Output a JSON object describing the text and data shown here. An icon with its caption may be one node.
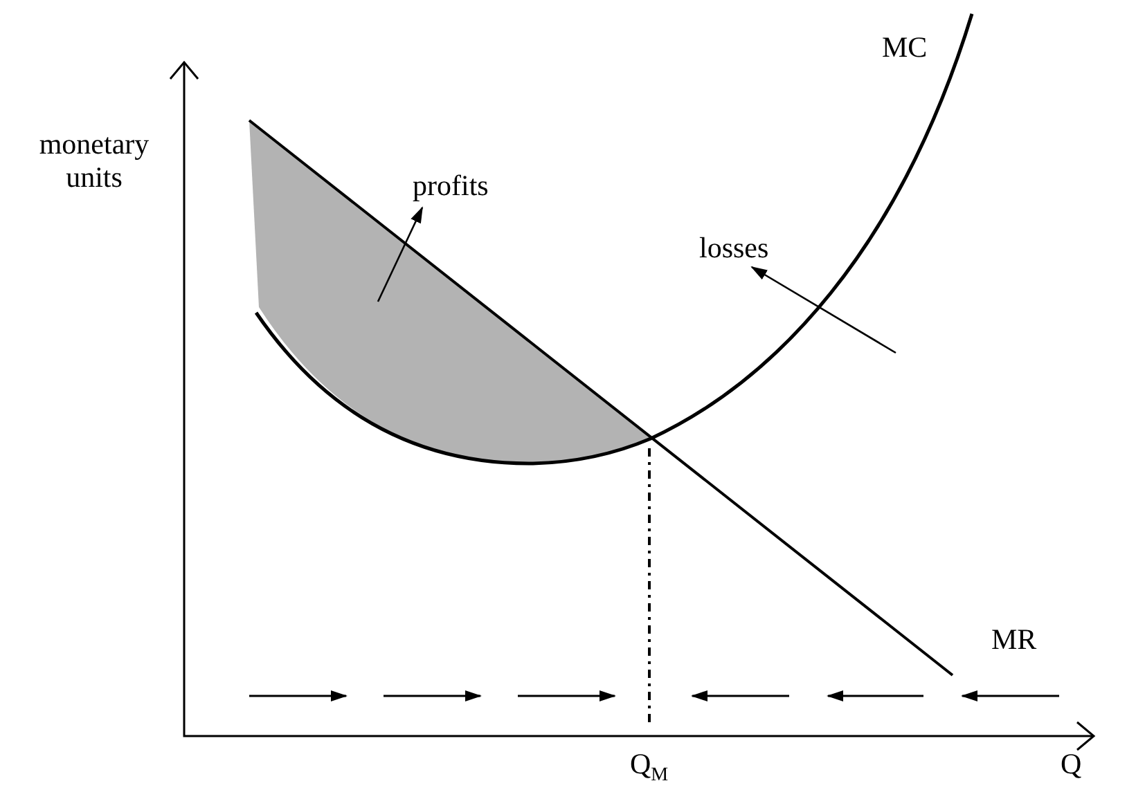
{
  "diagram": {
    "nodes": [
      {
        "text": [
          "profits"
        ]
      },
      {
        "text": [
          "losses"
        ]
      },
      {
        "text": [],
        "shape": "picture"
      }
    ],
    "edges": [
      {
        "from": 2,
        "to": 0,
        "arrow": "to"
      },
      {
        "from": null,
        "to": 1,
        "arrow": "to"
      }
    ],
    "labels": [
      "monetary units",
      "MC",
      "MR",
      "Q$_{M}$",
      "Q"
    ]
  }
}
